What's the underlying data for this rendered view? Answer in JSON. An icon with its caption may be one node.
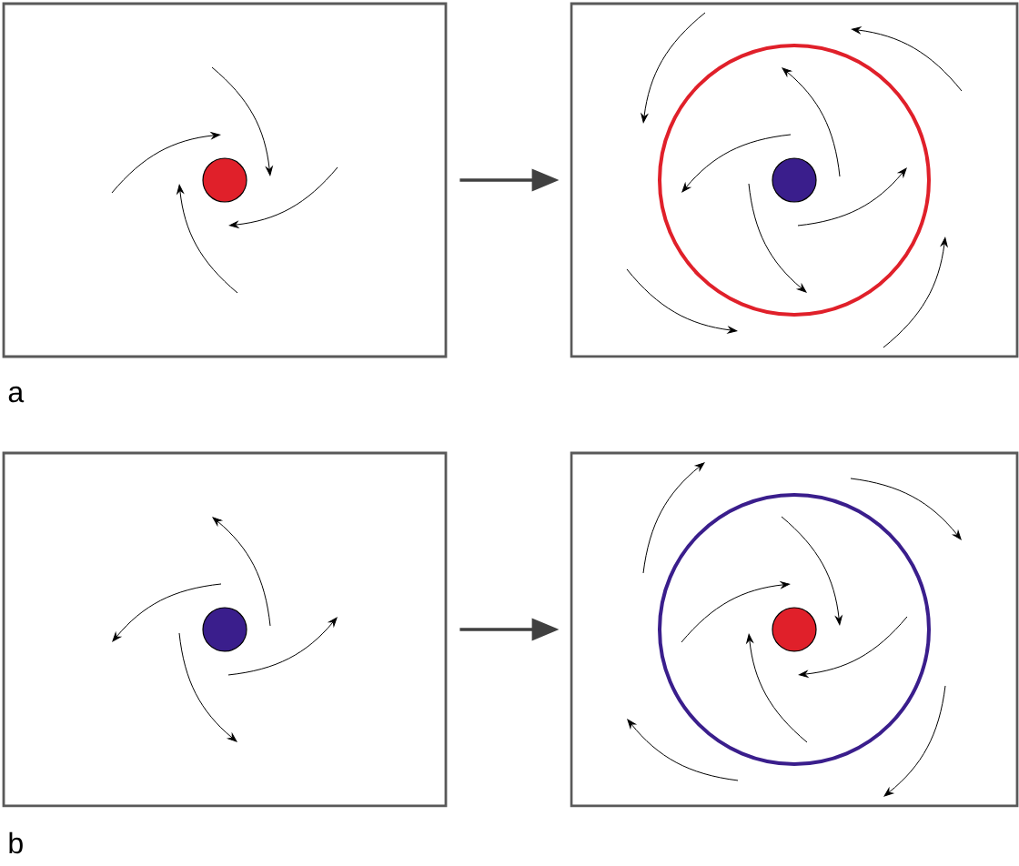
{
  "diagram": {
    "nodes": [
      {
        "text": [],
        "shape": "box"
      },
      {
        "text": [],
        "shape": "box"
      },
      {
        "text": [],
        "shape": "box"
      },
      {
        "text": [],
        "shape": "box"
      }
    ],
    "edges": [
      {
        "from": 0,
        "to": 1,
        "arrow": "to"
      },
      {
        "from": 2,
        "to": 3,
        "arrow": "to"
      }
    ],
    "labels": [
      "a",
      "b"
    ]
  }
}
